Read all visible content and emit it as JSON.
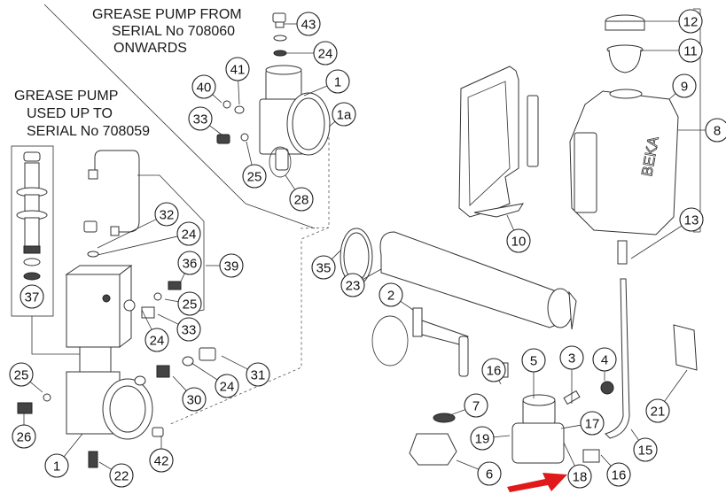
{
  "diagram": {
    "titles": {
      "new_pump": [
        "GREASE PUMP FROM",
        "SERIAL No 708060",
        "ONWARDS"
      ],
      "old_pump": [
        "GREASE PUMP",
        "USED UP TO",
        "SERIAL No 708059"
      ]
    },
    "brand_mark": "BEKA",
    "highlight": {
      "target_callout": "18",
      "arrow_color": "#e0191b"
    },
    "callouts": [
      {
        "id": "c43",
        "label": "43"
      },
      {
        "id": "c24a",
        "label": "24"
      },
      {
        "id": "c41",
        "label": "41"
      },
      {
        "id": "c40",
        "label": "40"
      },
      {
        "id": "c1a_top",
        "label": "1"
      },
      {
        "id": "c1a",
        "label": "1a"
      },
      {
        "id": "c33a",
        "label": "33"
      },
      {
        "id": "c25a",
        "label": "25"
      },
      {
        "id": "c28",
        "label": "28"
      },
      {
        "id": "c32",
        "label": "32"
      },
      {
        "id": "c24b",
        "label": "24"
      },
      {
        "id": "c36",
        "label": "36"
      },
      {
        "id": "c39",
        "label": "39"
      },
      {
        "id": "c25b",
        "label": "25"
      },
      {
        "id": "c33b",
        "label": "33"
      },
      {
        "id": "c24c",
        "label": "24"
      },
      {
        "id": "c37",
        "label": "37"
      },
      {
        "id": "c31",
        "label": "31"
      },
      {
        "id": "c24d",
        "label": "24"
      },
      {
        "id": "c30",
        "label": "30"
      },
      {
        "id": "c25c",
        "label": "25"
      },
      {
        "id": "c26",
        "label": "26"
      },
      {
        "id": "c1b",
        "label": "1"
      },
      {
        "id": "c22",
        "label": "22"
      },
      {
        "id": "c42",
        "label": "42"
      },
      {
        "id": "c35",
        "label": "35"
      },
      {
        "id": "c23",
        "label": "23"
      },
      {
        "id": "c12",
        "label": "12"
      },
      {
        "id": "c11",
        "label": "11"
      },
      {
        "id": "c9",
        "label": "9"
      },
      {
        "id": "c8",
        "label": "8"
      },
      {
        "id": "c10",
        "label": "10"
      },
      {
        "id": "c13",
        "label": "13"
      },
      {
        "id": "c2",
        "label": "2"
      },
      {
        "id": "c16a",
        "label": "16"
      },
      {
        "id": "c5",
        "label": "5"
      },
      {
        "id": "c3",
        "label": "3"
      },
      {
        "id": "c4",
        "label": "4"
      },
      {
        "id": "c7",
        "label": "7"
      },
      {
        "id": "c17",
        "label": "17"
      },
      {
        "id": "c19",
        "label": "19"
      },
      {
        "id": "c15",
        "label": "15"
      },
      {
        "id": "c21",
        "label": "21"
      },
      {
        "id": "c6",
        "label": "6"
      },
      {
        "id": "c18",
        "label": "18"
      },
      {
        "id": "c16b",
        "label": "16"
      }
    ]
  }
}
